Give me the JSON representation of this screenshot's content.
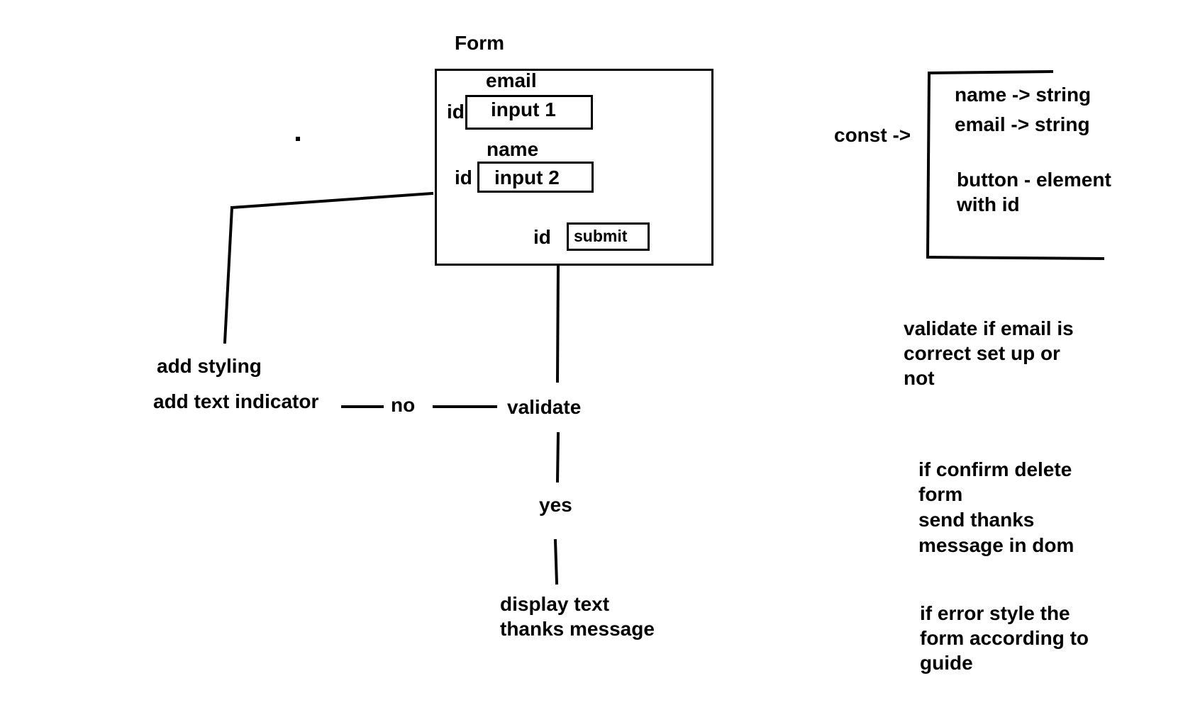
{
  "form": {
    "title": "Form",
    "email_label": "email",
    "input1_id": "id",
    "input1_text": "input 1",
    "name_label": "name",
    "input2_id": "id",
    "input2_text": "input 2",
    "submit_id": "id",
    "submit_text": "submit"
  },
  "flow": {
    "add_styling": "add styling",
    "add_text_indicator": "add text indicator",
    "no": "no",
    "validate": "validate",
    "yes": "yes",
    "display_text": "display text",
    "thanks_message": "thanks message"
  },
  "consts": {
    "const_label": "const ->",
    "line1": "name -> string",
    "line2": "email -> string",
    "line3": "button - element",
    "line4": "with id"
  },
  "notes": {
    "validate_email": [
      "validate if email is",
      "correct set up or",
      "not"
    ],
    "confirm": [
      "if confirm delete",
      "form",
      "send thanks",
      "message  in dom"
    ],
    "error": [
      "if error style the",
      "form according to",
      "guide"
    ]
  }
}
